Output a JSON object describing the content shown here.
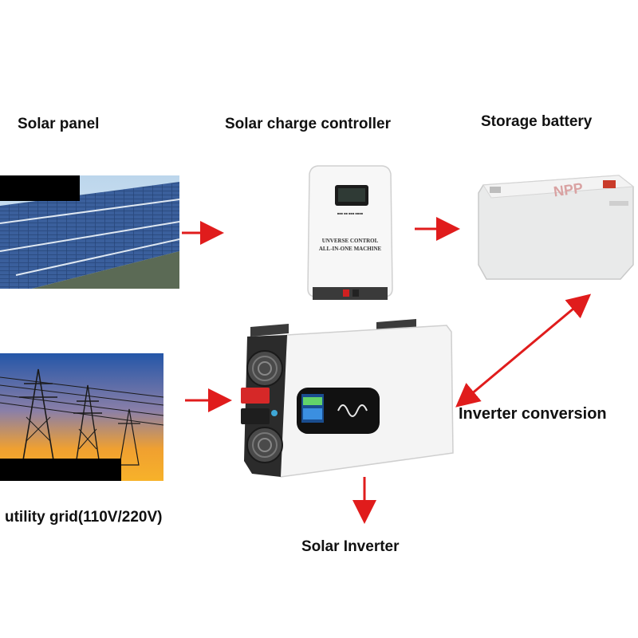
{
  "labels": {
    "solar_panel": "Solar panel",
    "charge_controller": "Solar charge controller",
    "storage_battery": "Storage battery",
    "utility_grid": "utility grid(110V/220V)",
    "solar_inverter": "Solar Inverter",
    "inverter_conversion": "Inverter conversion"
  },
  "controller": {
    "line1": "UNVERSE CONTROL",
    "line2": "ALL-IN-ONE MACHINE"
  },
  "battery": {
    "brand": "NPP"
  },
  "colors": {
    "arrow": "#e01c1c",
    "sky": "#cfe4f3",
    "panel_cell": "#2d4f86",
    "sunset_top": "#2a5fb0",
    "sunset_bottom": "#f59a1c",
    "device_body": "#f6f6f6"
  }
}
